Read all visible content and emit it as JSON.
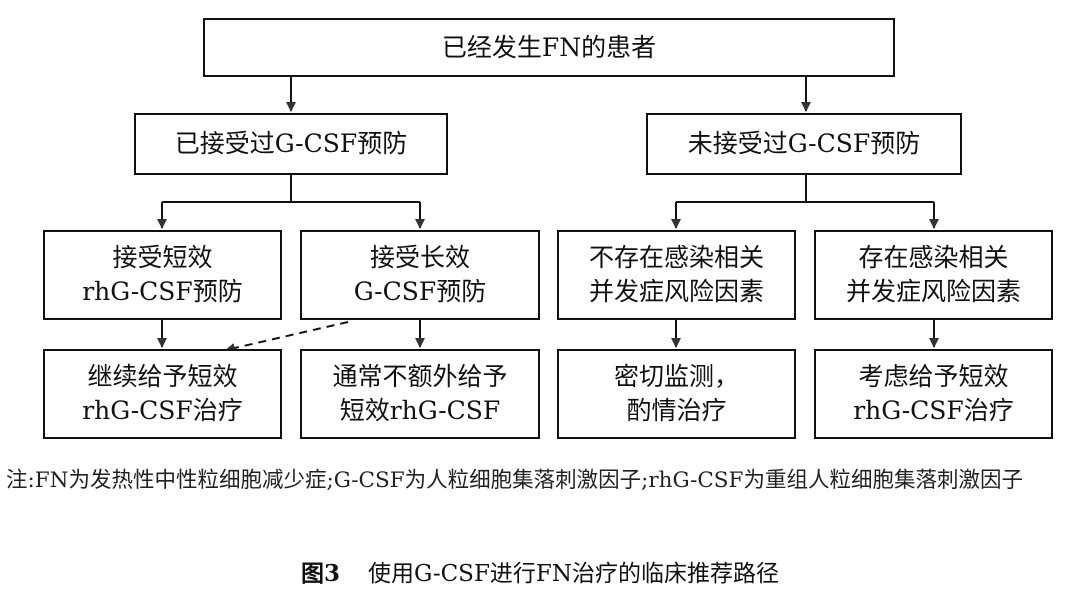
{
  "diagram": {
    "root": "已经发生FN的患者",
    "left_branch": "已接受过G-CSF预防",
    "right_branch": "未接受过G-CSF预防",
    "level3": [
      {
        "line1": "接受短效",
        "line2": "rhG-CSF预防"
      },
      {
        "line1": "接受长效",
        "line2": "G-CSF预防"
      },
      {
        "line1": "不存在感染相关",
        "line2": "并发症风险因素"
      },
      {
        "line1": "存在感染相关",
        "line2": "并发症风险因素"
      }
    ],
    "level4": [
      {
        "line1": "继续给予短效",
        "line2": "rhG-CSF治疗"
      },
      {
        "line1": "通常不额外给予",
        "line2": "短效rhG-CSF"
      },
      {
        "line1": "密切监测，",
        "line2": "酌情治疗"
      },
      {
        "line1": "考虑给予短效",
        "line2": "rhG-CSF治疗"
      }
    ]
  },
  "note": "注:FN为发热性中性粒细胞减少症;G-CSF为人粒细胞集落刺激因子;rhG-CSF为重组人粒细胞集落刺激因子",
  "caption": {
    "figure_label": "图3",
    "title": "使用G-CSF进行FN治疗的临床推荐路径"
  }
}
